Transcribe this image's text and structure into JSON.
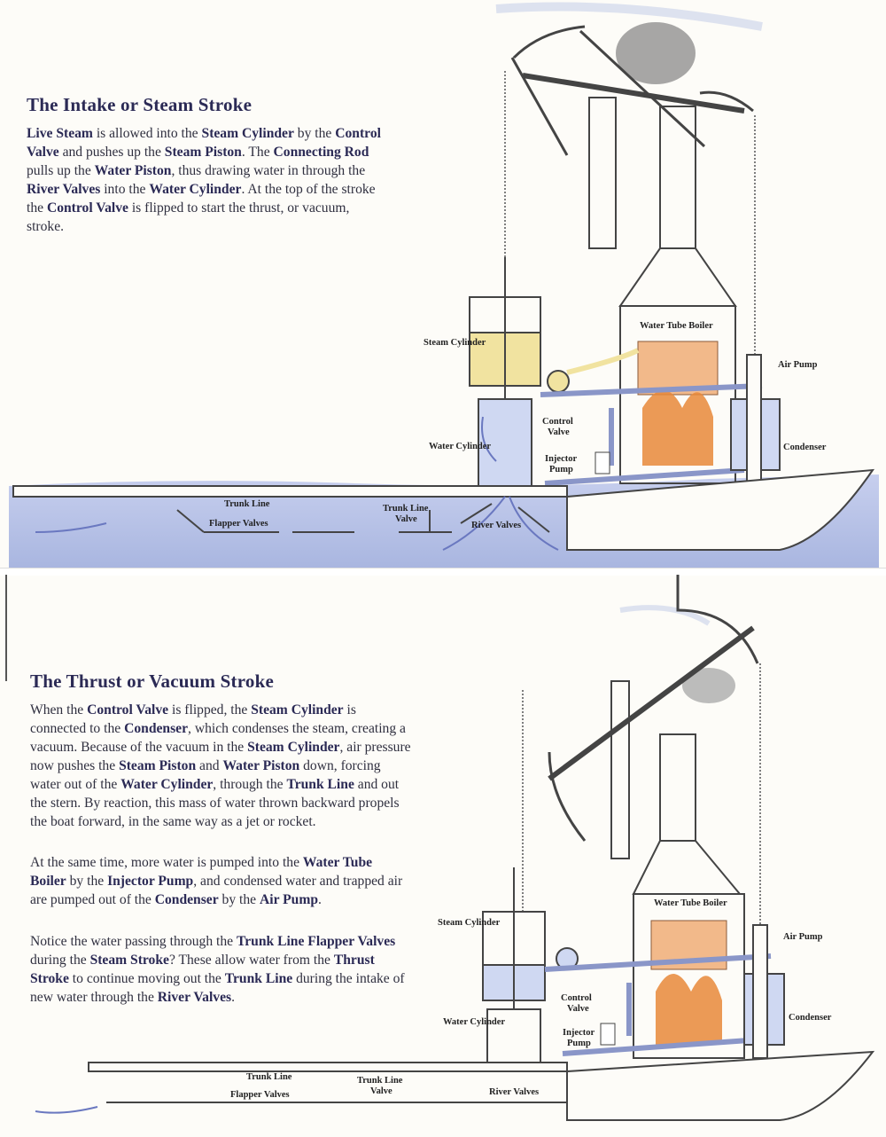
{
  "top": {
    "heading": "The Intake or Steam Stroke",
    "paragraph": [
      {
        "t": "Live Steam",
        "b": true
      },
      {
        "t": " is allowed into the ",
        "b": false
      },
      {
        "t": "Steam Cylinder",
        "b": true
      },
      {
        "t": " by the ",
        "b": false
      },
      {
        "t": "Control Valve",
        "b": true
      },
      {
        "t": " and pushes up the ",
        "b": false
      },
      {
        "t": "Steam Piston",
        "b": true
      },
      {
        "t": ". The ",
        "b": false
      },
      {
        "t": "Connecting Rod",
        "b": true
      },
      {
        "t": " pulls up the ",
        "b": false
      },
      {
        "t": "Water Piston",
        "b": true
      },
      {
        "t": ", thus drawing water in through the ",
        "b": false
      },
      {
        "t": "River Valves",
        "b": true
      },
      {
        "t": " into the ",
        "b": false
      },
      {
        "t": "Water Cylinder",
        "b": true
      },
      {
        "t": ". At the top of the stroke the ",
        "b": false
      },
      {
        "t": "Control Valve",
        "b": true
      },
      {
        "t": " is flipped to start the thrust, or vacuum, stroke.",
        "b": false
      }
    ],
    "labels": {
      "steam_cylinder": "Steam Cylinder",
      "water_tube_boiler": "Water Tube Boiler",
      "air_pump": "Air Pump",
      "control_valve_1": "Control",
      "control_valve_2": "Valve",
      "water_cylinder": "Water Cylinder",
      "injector_pump_1": "Injector",
      "injector_pump_2": "Pump",
      "condenser": "Condenser",
      "trunk_line": "Trunk Line",
      "flapper_valves": "Flapper Valves",
      "trunk_line_valve_1": "Trunk Line",
      "trunk_line_valve_2": "Valve",
      "river_valves": "River Valves"
    }
  },
  "bottom": {
    "heading": "The Thrust or Vacuum Stroke",
    "paragraph1": [
      {
        "t": "When the ",
        "b": false
      },
      {
        "t": "Control Valve",
        "b": true
      },
      {
        "t": " is flipped, the ",
        "b": false
      },
      {
        "t": "Steam Cylinder",
        "b": true
      },
      {
        "t": " is connected to the ",
        "b": false
      },
      {
        "t": "Condenser",
        "b": true
      },
      {
        "t": ", which condenses the steam, creating a vacuum. Because of the vacuum in the ",
        "b": false
      },
      {
        "t": "Steam Cylinder",
        "b": true
      },
      {
        "t": ", air pressure now pushes the ",
        "b": false
      },
      {
        "t": "Steam Piston",
        "b": true
      },
      {
        "t": " and ",
        "b": false
      },
      {
        "t": "Water Piston",
        "b": true
      },
      {
        "t": " down, forcing water out of the ",
        "b": false
      },
      {
        "t": "Water Cylinder",
        "b": true
      },
      {
        "t": ", through the ",
        "b": false
      },
      {
        "t": "Trunk Line",
        "b": true
      },
      {
        "t": " and out the stern. By reaction, this mass of water thrown backward propels the boat forward, in the same way as a jet or rocket.",
        "b": false
      }
    ],
    "paragraph2": [
      {
        "t": "At the same time, more water is pumped into the ",
        "b": false
      },
      {
        "t": "Water Tube Boiler",
        "b": true
      },
      {
        "t": " by the ",
        "b": false
      },
      {
        "t": "Injector Pump",
        "b": true
      },
      {
        "t": ", and condensed water and trapped air are pumped out of the ",
        "b": false
      },
      {
        "t": "Condenser",
        "b": true
      },
      {
        "t": " by the ",
        "b": false
      },
      {
        "t": "Air Pump",
        "b": true
      },
      {
        "t": ".",
        "b": false
      }
    ],
    "paragraph3": [
      {
        "t": "Notice the water passing through the ",
        "b": false
      },
      {
        "t": "Trunk Line Flapper Valves",
        "b": true
      },
      {
        "t": " during the ",
        "b": false
      },
      {
        "t": "Steam Stroke",
        "b": true
      },
      {
        "t": "? These allow water from the ",
        "b": false
      },
      {
        "t": "Thrust Stroke",
        "b": true
      },
      {
        "t": " to continue moving out the ",
        "b": false
      },
      {
        "t": "Trunk Line",
        "b": true
      },
      {
        "t": " during the intake of new water through the ",
        "b": false
      },
      {
        "t": "River Valves",
        "b": true
      },
      {
        "t": ".",
        "b": false
      }
    ],
    "labels": {
      "steam_cylinder": "Steam Cylinder",
      "water_tube_boiler": "Water Tube Boiler",
      "air_pump": "Air Pump",
      "control_valve_1": "Control",
      "control_valve_2": "Valve",
      "water_cylinder": "Water Cylinder",
      "injector_pump_1": "Injector",
      "injector_pump_2": "Pump",
      "condenser": "Condenser",
      "trunk_line": "Trunk Line",
      "flapper_valves": "Flapper Valves",
      "trunk_line_valve_1": "Trunk Line",
      "trunk_line_valve_2": "Valve",
      "river_valves": "River Valves"
    }
  },
  "colors": {
    "heading": "#2b2a55",
    "water": "#b9c4e6",
    "steam_fill": "#f1e3a0",
    "fire": "#e8883a",
    "pipe": "#8a96c8",
    "line": "#444444"
  }
}
